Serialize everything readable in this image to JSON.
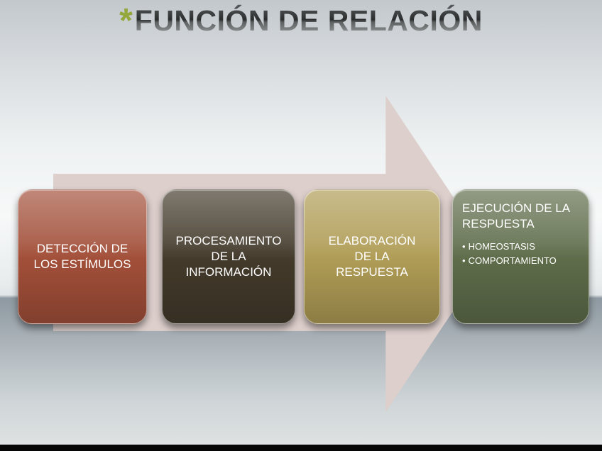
{
  "title": {
    "bullet": "*",
    "text": "FUNCIÓN DE RELACIÓN",
    "accent_color": "#94a73b",
    "text_color": "#37393a"
  },
  "process": {
    "arrow_color": "#ddcfcc",
    "steps": [
      {
        "label": "DETECCIÓN DE LOS ESTÍMULOS",
        "color": "#a24f39"
      },
      {
        "label": "PROCESAMIENTO DE LA INFORMACIÓN",
        "color": "#433a2b"
      },
      {
        "label": "ELABORACIÓN DE LA RESPUESTA",
        "color": "#af9c55"
      },
      {
        "label": "EJECUCIÓN DE LA RESPUESTA",
        "color": "#5e6c4a",
        "bullets": [
          "HOMEOSTASIS",
          "COMPORTAMIENTO"
        ]
      }
    ]
  }
}
